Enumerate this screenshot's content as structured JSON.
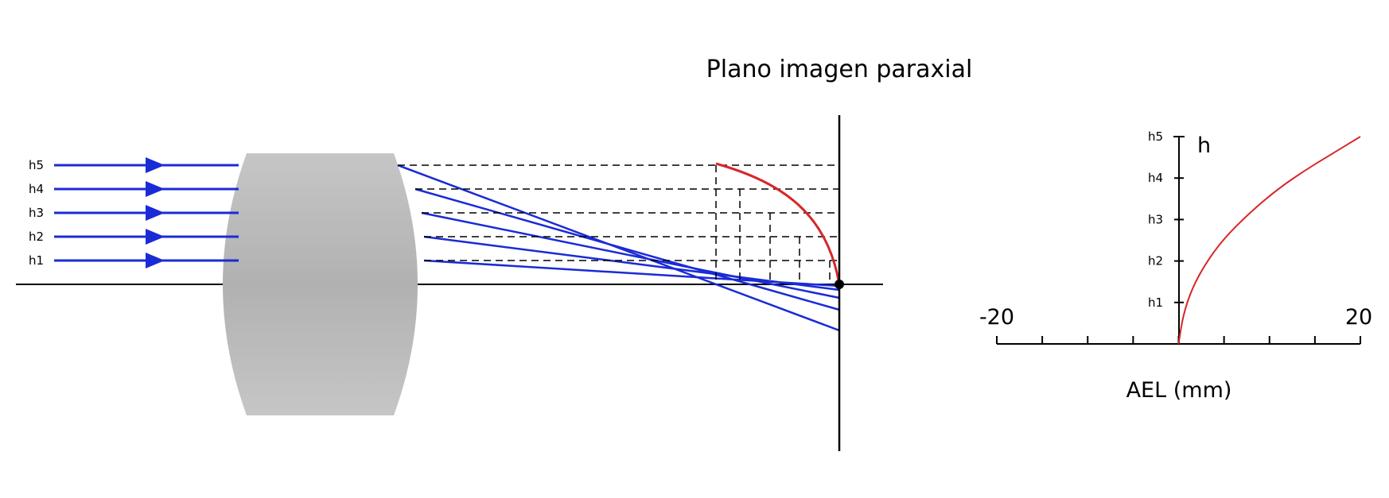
{
  "diagram": {
    "title": "Plano imagen paraxial",
    "ray_labels": [
      "h1",
      "h2",
      "h3",
      "h4",
      "h5"
    ],
    "colors": {
      "rays": "#1a2bd6",
      "aberration_curve": "#d62728",
      "axis": "#000000",
      "lens": "#bdbdbd"
    }
  },
  "chart_data": {
    "type": "line",
    "title": "",
    "xlabel": "AEL (mm)",
    "ylabel": "h",
    "x_tick_labels": [
      "-20",
      "20"
    ],
    "y_tick_labels": [
      "h1",
      "h2",
      "h3",
      "h4",
      "h5"
    ],
    "xlim": [
      -20,
      20
    ],
    "ylim": [
      0,
      5
    ],
    "series": [
      {
        "x": [
          0,
          0.5,
          1.5,
          3,
          5,
          8,
          11,
          14,
          17,
          20
        ],
        "y": [
          0,
          0.7,
          1.35,
          1.95,
          2.55,
          3.2,
          3.75,
          4.2,
          4.6,
          5.0
        ]
      }
    ]
  }
}
